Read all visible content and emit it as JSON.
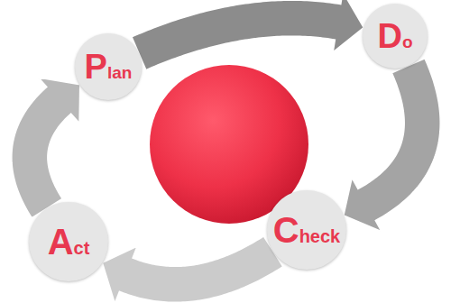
{
  "diagram": {
    "nodes": [
      {
        "text": [
          "Plan"
        ]
      },
      {
        "text": [
          "Do"
        ]
      },
      {
        "text": [
          "Check"
        ]
      },
      {
        "text": [
          "Act"
        ]
      }
    ],
    "edges": [
      {
        "from": 0,
        "to": 1,
        "arrow": "to"
      },
      {
        "from": 1,
        "to": 2,
        "arrow": "to"
      },
      {
        "from": 2,
        "to": 3,
        "arrow": "to"
      },
      {
        "from": 3,
        "to": 0,
        "arrow": "to"
      }
    ]
  }
}
